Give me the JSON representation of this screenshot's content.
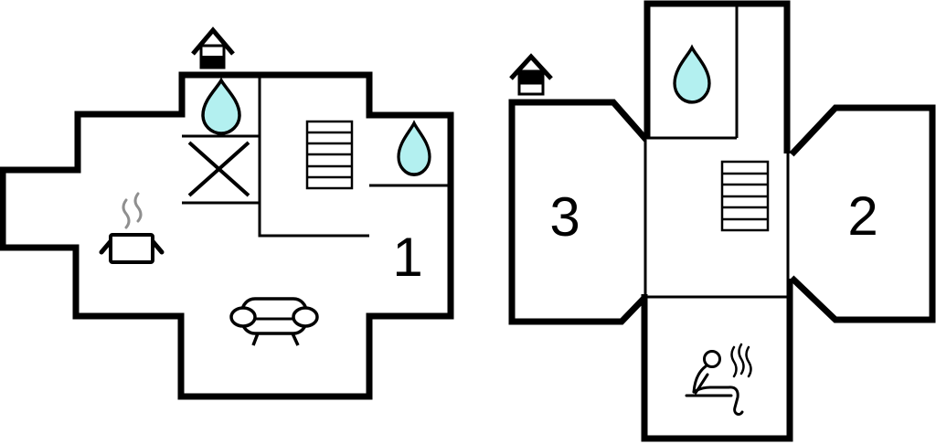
{
  "page": {
    "background": "#ffffff",
    "description": "Holiday house floor plan, two storeys side by side"
  },
  "colors": {
    "wall": "#000000",
    "water_drop": "#b3f0f0",
    "steam_gray": "#8f8f8f",
    "label_text": "#000000",
    "icon_white": "#ffffff"
  },
  "plans": {
    "left": {
      "name": "ground-floor",
      "rooms": [
        {
          "id": "room-1",
          "label": "1"
        }
      ],
      "features": [
        "chimney",
        "water-drop",
        "cross-box",
        "stairs",
        "water-drop",
        "cooking-pot",
        "sofa"
      ]
    },
    "right": {
      "name": "upper-floor",
      "rooms": [
        {
          "id": "room-3",
          "label": "3"
        },
        {
          "id": "room-2",
          "label": "2"
        }
      ],
      "features": [
        "chimney",
        "water-drop",
        "stairs",
        "sauna"
      ]
    }
  }
}
